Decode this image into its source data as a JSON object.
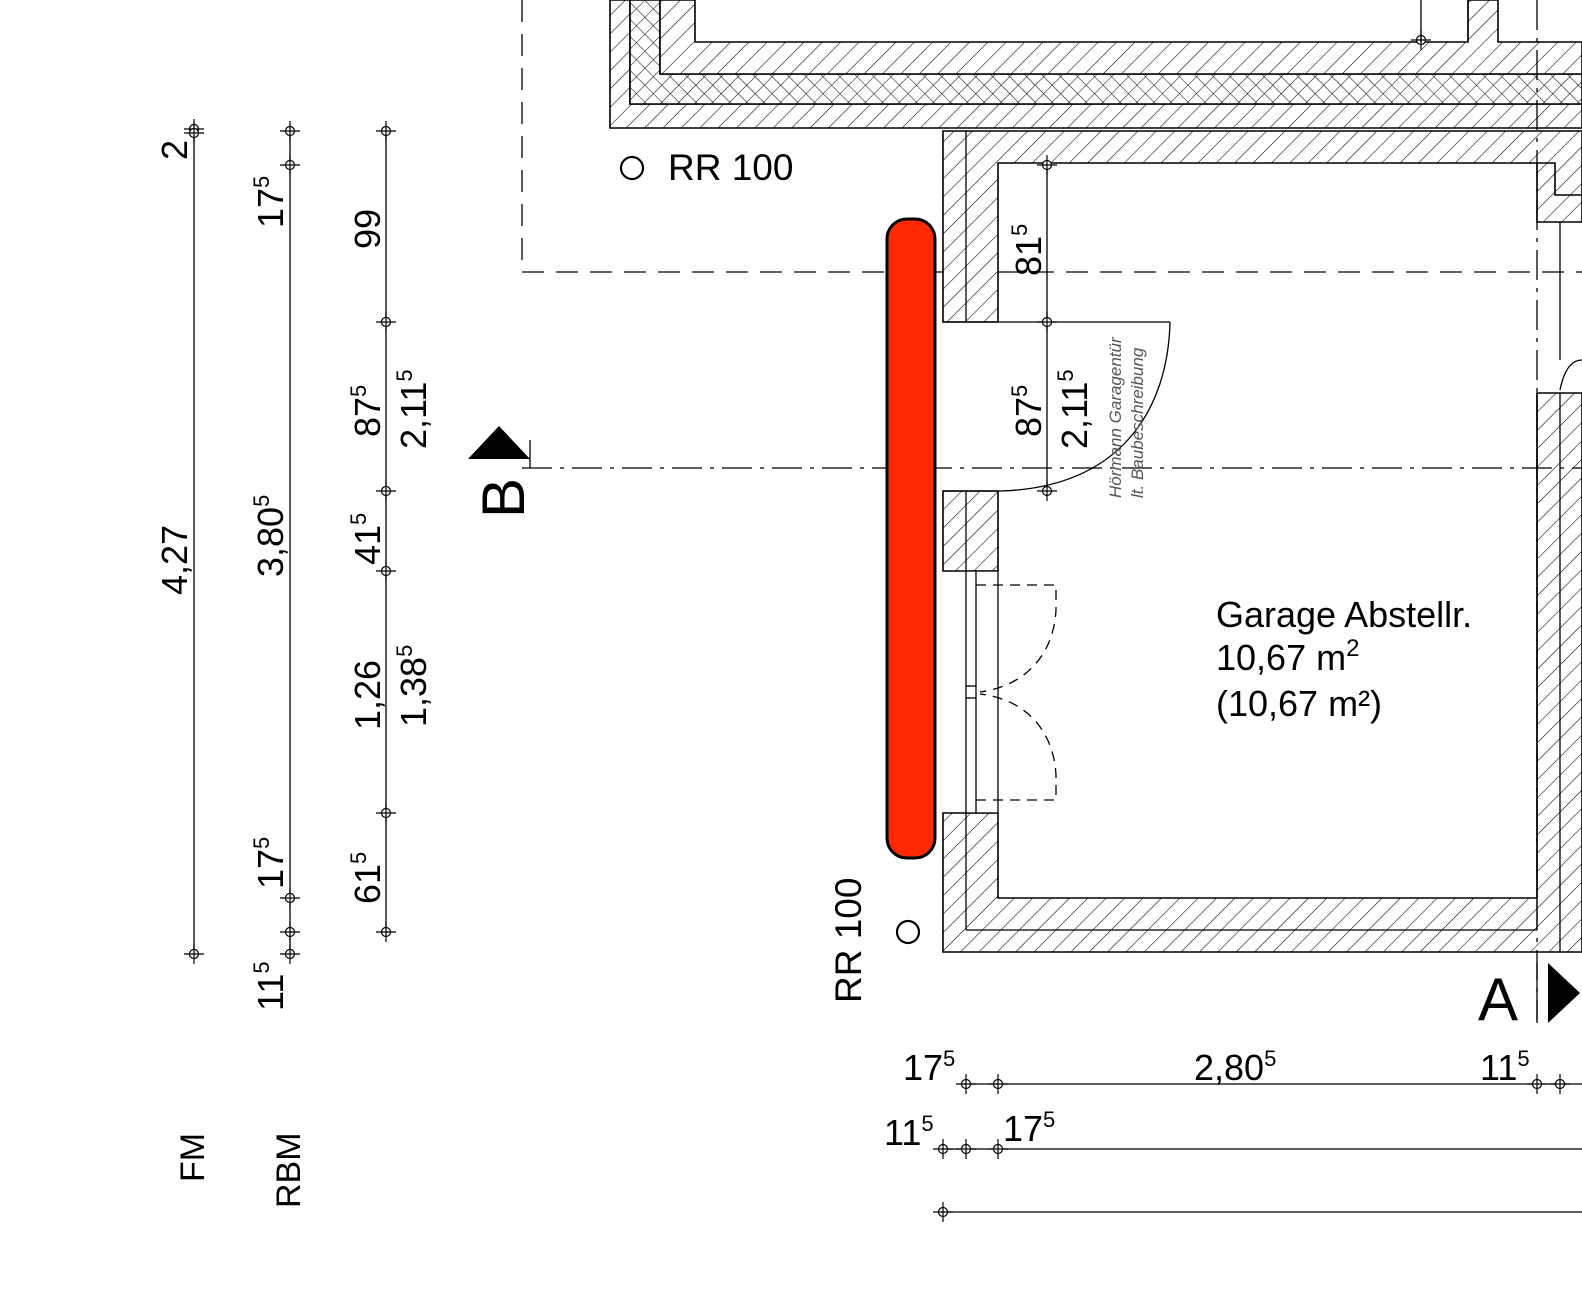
{
  "room": {
    "name": "Garage Abstellr.",
    "area": "10,67 m",
    "area_sup": "2",
    "area_alt": "(10,67 m²)"
  },
  "labels": {
    "rr_top": "RR 100",
    "rr_side": "RR 100",
    "section_a": "A",
    "section_b": "B",
    "fm": "FM",
    "rbm": "RBM",
    "door_note_1": "Hörmann Garagentür",
    "door_note_2": "lt. Baubeschreibung"
  },
  "colors": {
    "highlight": "#ff2a00",
    "line": "#000000"
  },
  "dims": {
    "fm_2": "2",
    "fm_427": "4,27",
    "rbm_175_top": "17",
    "rbm_175_top_sup": "5",
    "rbm_3805": "3,80",
    "rbm_3805_sup": "5",
    "rbm_175_bot": "17",
    "rbm_175_bot_sup": "5",
    "rbm_115": "11",
    "rbm_115_sup": "5",
    "c3_99": "99",
    "c3_875": "87",
    "c3_875_sup": "5",
    "c3_2115": "2,11",
    "c3_2115_sup": "5",
    "c3_415": "41",
    "c3_415_sup": "5",
    "c3_126": "1,26",
    "c3_1385": "1,38",
    "c3_1385_sup": "5",
    "c3_615": "61",
    "c3_615_sup": "5",
    "in_815": "81",
    "in_815_sup": "5",
    "in_875": "87",
    "in_875_sup": "5",
    "in_2115": "2,11",
    "in_2115_sup": "5",
    "b1_175": "17",
    "b1_175_sup": "5",
    "b1_2805": "2,80",
    "b1_2805_sup": "5",
    "b1_115": "11",
    "b1_115_sup": "5",
    "b2_115": "11",
    "b2_115_sup": "5",
    "b2_175": "17",
    "b2_175_sup": "5"
  }
}
